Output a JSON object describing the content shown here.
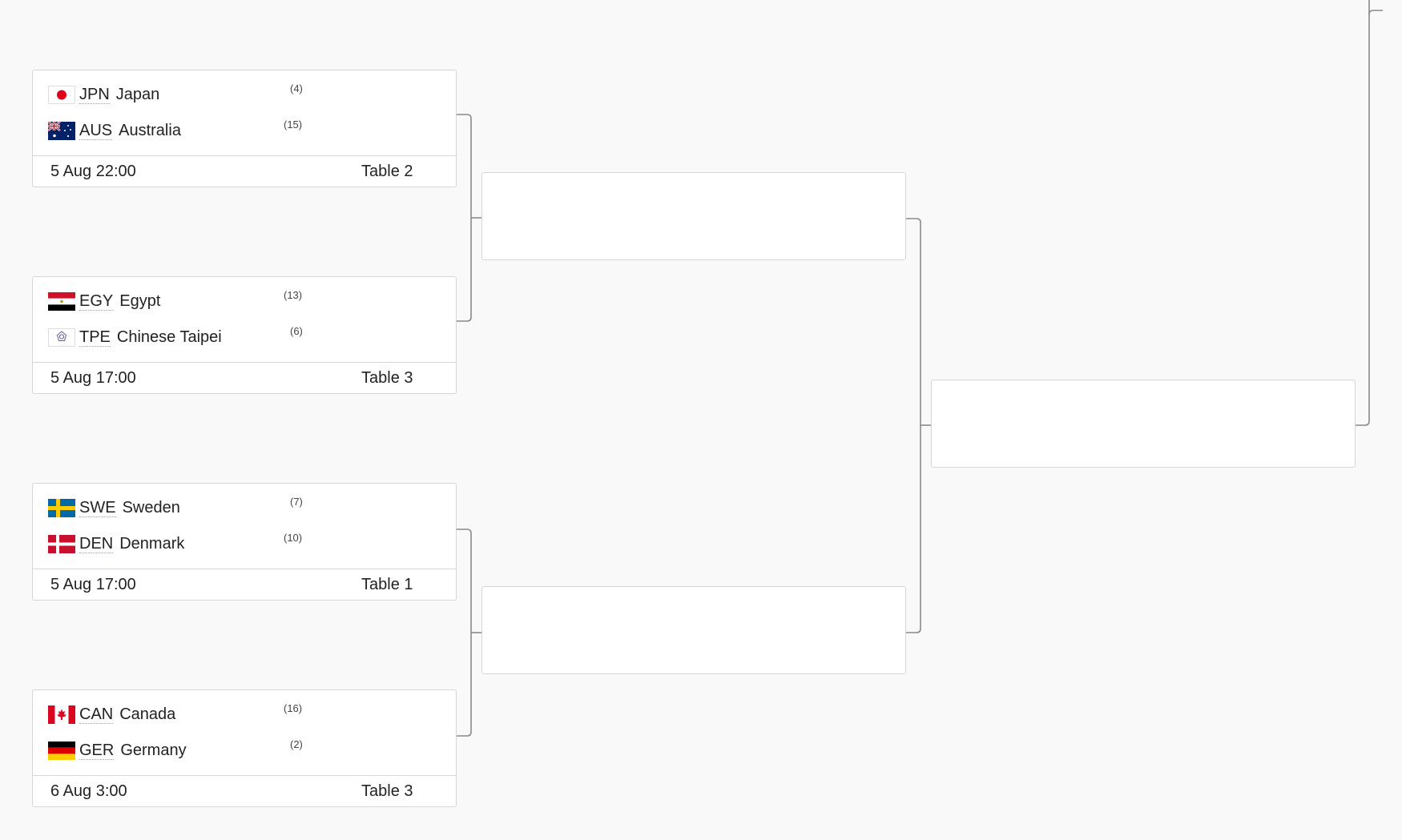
{
  "round1": [
    {
      "team1": {
        "code": "JPN",
        "name": "Japan",
        "seed": "(4)",
        "flag": "japan-flag-icon"
      },
      "team2": {
        "code": "AUS",
        "name": "Australia",
        "seed": "(15)",
        "flag": "australia-flag-icon"
      },
      "time": "5 Aug 22:00",
      "table": "Table 2"
    },
    {
      "team1": {
        "code": "EGY",
        "name": "Egypt",
        "seed": "(13)",
        "flag": "egypt-flag-icon"
      },
      "team2": {
        "code": "TPE",
        "name": "Chinese Taipei",
        "seed": "(6)",
        "flag": "chinese-taipei-flag-icon"
      },
      "time": "5 Aug 17:00",
      "table": "Table 3"
    },
    {
      "team1": {
        "code": "SWE",
        "name": "Sweden",
        "seed": "(7)",
        "flag": "sweden-flag-icon"
      },
      "team2": {
        "code": "DEN",
        "name": "Denmark",
        "seed": "(10)",
        "flag": "denmark-flag-icon"
      },
      "time": "5 Aug 17:00",
      "table": "Table 1"
    },
    {
      "team1": {
        "code": "CAN",
        "name": "Canada",
        "seed": "(16)",
        "flag": "canada-flag-icon"
      },
      "team2": {
        "code": "GER",
        "name": "Germany",
        "seed": "(2)",
        "flag": "germany-flag-icon"
      },
      "time": "6 Aug 3:00",
      "table": "Table 3"
    }
  ],
  "colors": {
    "background": "#f9f9f9",
    "card": "#ffffff",
    "border": "#d6d6d6",
    "connector": "#8a8a8a"
  }
}
